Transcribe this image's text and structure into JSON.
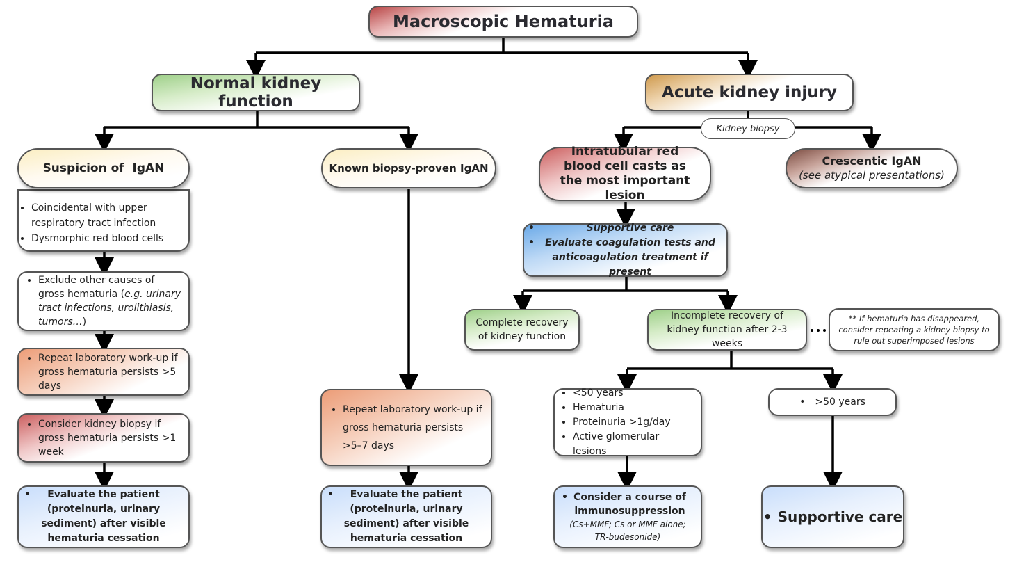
{
  "title": "Macroscopic Hematuria",
  "branches": {
    "normal": {
      "label": "Normal kidney function",
      "suspicion": {
        "title": "Suspicion of  IgAN",
        "items": [
          "Coincidental with upper respiratory tract infection",
          "Dysmorphic red blood cells"
        ]
      },
      "exclude": {
        "text": "Exclude other causes of gross hematuria (",
        "italic": "e.g. urinary tract infections, urolithiasis, tumors…",
        "close": ")"
      },
      "repeat_left": "Repeat laboratory work-up if gross hematuria persists >5 days",
      "biopsy_consider": "Consider kidney biopsy if gross hematuria persists >1 week",
      "evaluate_left": "Evaluate the patient (proteinuria, urinary sediment) after visible hematuria cessation",
      "known": {
        "title": "Known biopsy-proven IgAN",
        "repeat": "Repeat laboratory work-up if gross hematuria persists >5–7 days",
        "evaluate": "Evaluate the patient (proteinuria, urinary sediment) after visible hematuria cessation"
      }
    },
    "aki": {
      "label": "Acute kidney injury",
      "biopsy_label": "Kidney biopsy",
      "intratubular": "Intratubular red blood cell casts as the most important lesion",
      "crescentic": {
        "title": "Crescentic IgAN",
        "subtitle": "(see atypical presentations)"
      },
      "supportive_items": [
        "Supportive care",
        "Evaluate coagulation tests and anticoagulation treatment if present"
      ],
      "complete_recovery": "Complete recovery of kidney function",
      "incomplete_recovery": "Incomplete recovery of kidney function after 2-3 weeks",
      "note": "** If hematuria has disappeared, consider repeating a kidney biopsy to rule out superimposed lesions",
      "under50": [
        "<50 years",
        "Hematuria",
        "Proteinuria >1g/day",
        "Active glomerular lesions"
      ],
      "over50": ">50 years",
      "immuno": {
        "title": "Consider a course of immunosuppression",
        "detail": "(Cs+MMF; Cs or MMF alone; TR-budesonide)"
      },
      "supportive_final": "Supportive care"
    }
  }
}
